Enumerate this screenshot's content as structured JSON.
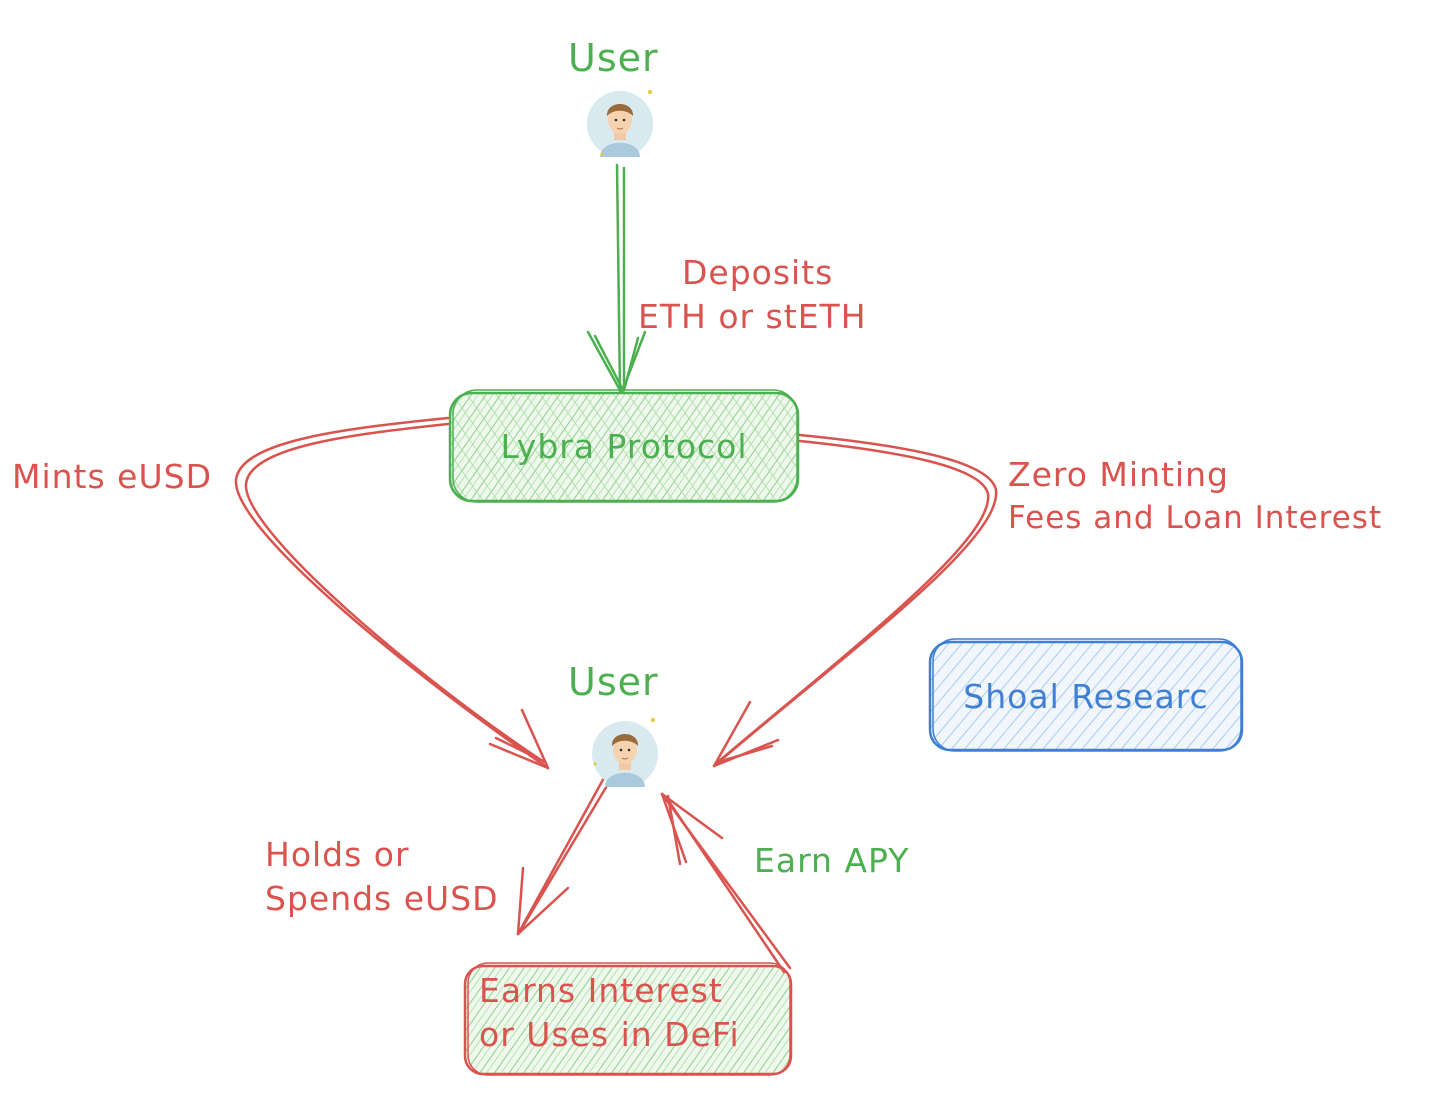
{
  "nodes": {
    "user_top": {
      "label": "User"
    },
    "user_mid": {
      "label": "User"
    },
    "lybra": {
      "label": "Lybra Protocol"
    },
    "earns": {
      "line1": "Earns Interest",
      "line2": "or Uses in DeFi"
    },
    "shoal": {
      "label": "Shoal Researc"
    }
  },
  "edges": {
    "deposits": {
      "line1": "Deposits",
      "line2": "ETH or stETH"
    },
    "mints": {
      "label": "Mints eUSD"
    },
    "zero": {
      "line1": "Zero Minting",
      "line2": "Fees and Loan Interest"
    },
    "holds": {
      "line1": "Holds or",
      "line2": "Spends eUSD"
    },
    "earn_apy": {
      "label": "Earn APY"
    }
  },
  "colors": {
    "red": "#d9534f",
    "green": "#4caf50",
    "blue": "#3f7fd4",
    "green_fill": "#d8efd3",
    "blue_fill": "#dce9f8",
    "avatar_bg": "#d8eaf0"
  },
  "icons": [
    "user-avatar-icon"
  ]
}
